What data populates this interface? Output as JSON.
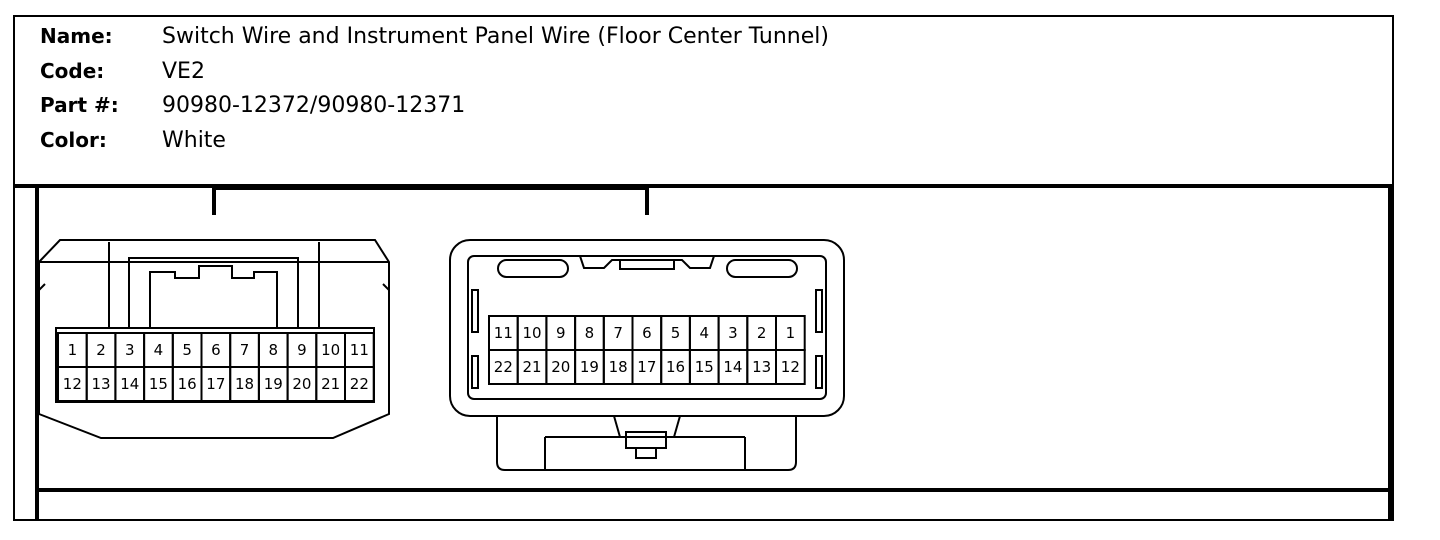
{
  "info": {
    "name_label": "Name:",
    "name_value": "Switch Wire and Instrument Panel Wire (Floor Center Tunnel)",
    "code_label": "Code:",
    "code_value": "VE2",
    "part_label": "Part #:",
    "part_value": "90980-12372/90980-12371",
    "color_label": "Color:",
    "color_value": "White"
  },
  "left_connector": {
    "top_row": [
      "1",
      "2",
      "3",
      "4",
      "5",
      "6",
      "7",
      "8",
      "9",
      "10",
      "11"
    ],
    "bottom_row": [
      "12",
      "13",
      "14",
      "15",
      "16",
      "17",
      "18",
      "19",
      "20",
      "21",
      "22"
    ]
  },
  "right_connector": {
    "top_row": [
      "11",
      "10",
      "9",
      "8",
      "7",
      "6",
      "5",
      "4",
      "3",
      "2",
      "1"
    ],
    "bottom_row": [
      "22",
      "21",
      "20",
      "19",
      "18",
      "17",
      "16",
      "15",
      "14",
      "13",
      "12"
    ]
  }
}
